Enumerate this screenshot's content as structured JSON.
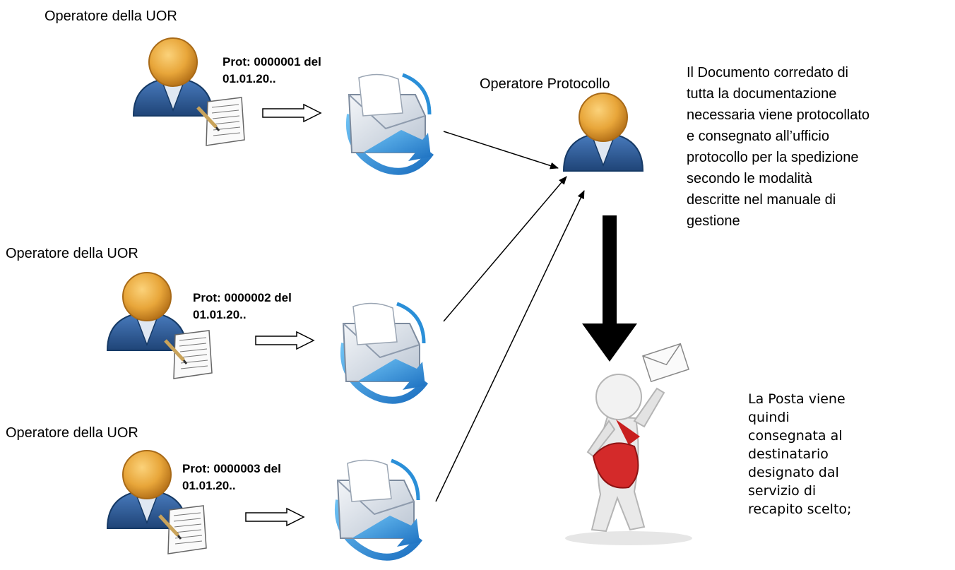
{
  "operators": [
    {
      "label": "Operatore della UOR",
      "prot_number": "Prot: 0000001 del",
      "prot_date": "01.01.20.."
    },
    {
      "label": "Operatore della UOR",
      "prot_number": "Prot: 0000002 del",
      "prot_date": "01.01.20.."
    },
    {
      "label": "Operatore della UOR",
      "prot_number": "Prot: 0000003 del",
      "prot_date": "01.01.20.."
    }
  ],
  "protocol_operator": {
    "label": "Operatore Protocollo"
  },
  "description": {
    "lines": [
      "Il Documento corredato di",
      "tutta la documentazione",
      "necessaria viene protocollato",
      "e consegnato all’ufficio",
      "protocollo per la spedizione",
      "secondo le modalità",
      "descritte nel manuale di",
      "gestione"
    ]
  },
  "delivery": {
    "lines": [
      "La Posta viene",
      "quindi",
      "consegnata al",
      "destinatario",
      "designato dal",
      "servizio di",
      "recapito scelto;"
    ]
  },
  "icons": {
    "user": "user-icon",
    "document": "document-icon",
    "mail": "mail-send-icon",
    "courier": "courier-icon"
  },
  "colors": {
    "user_head": "#e8a63a",
    "user_body": "#2f5f9c",
    "mail_arrow": "#2a8fd8",
    "courier_bag": "#d42a2a"
  }
}
